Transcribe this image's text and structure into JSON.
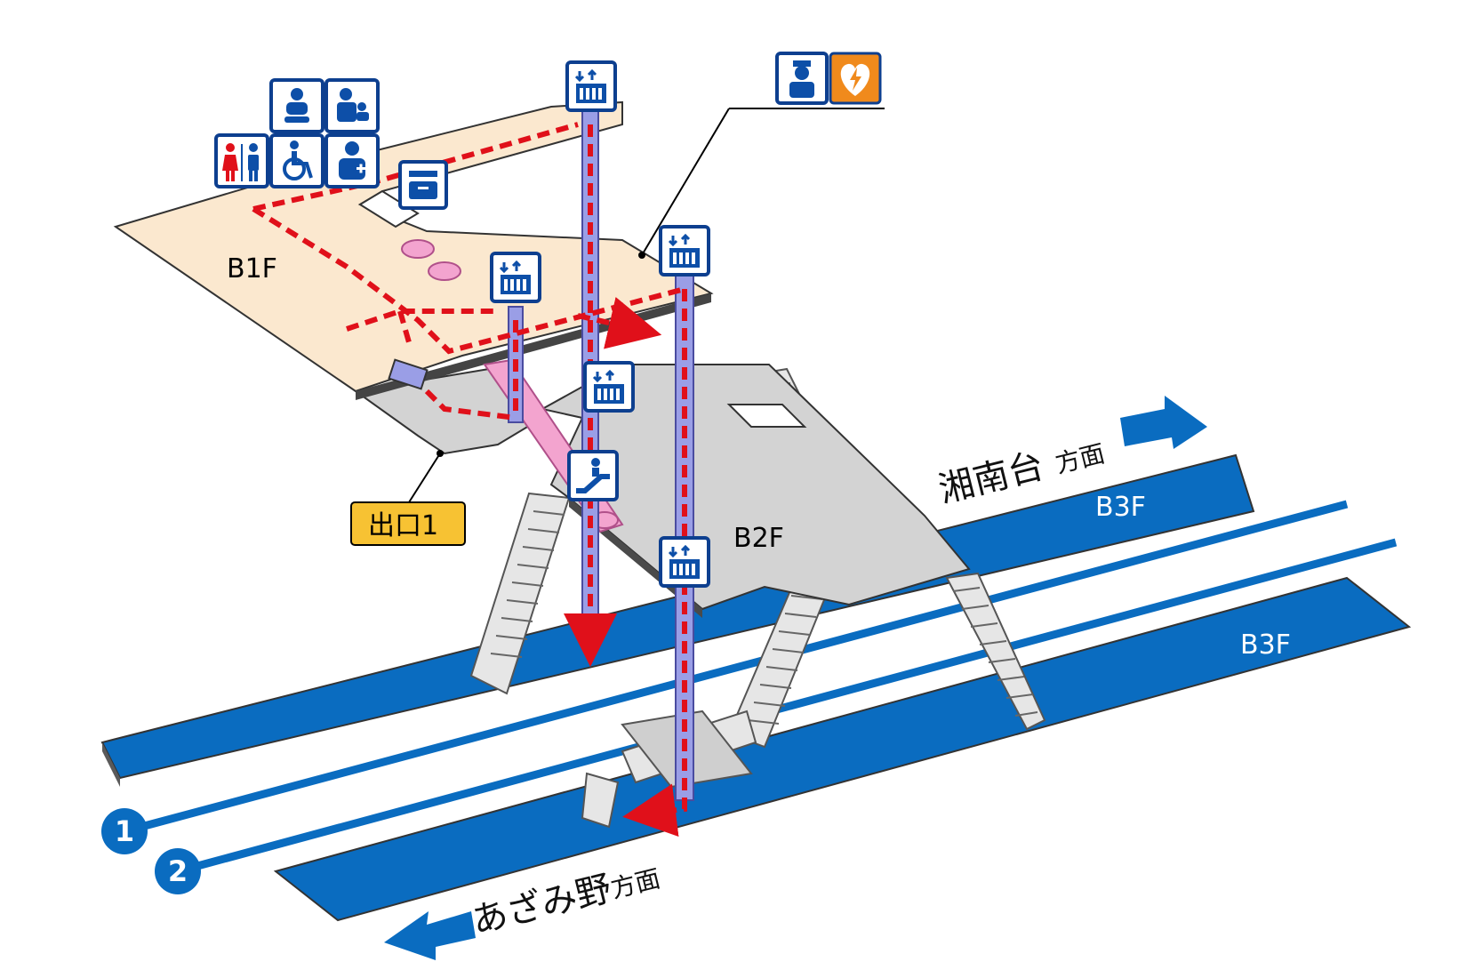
{
  "floors": {
    "b1": "B1F",
    "b2": "B2F",
    "b3_upper": "B3F",
    "b3_lower": "B3F"
  },
  "directions": {
    "up": {
      "name": "湘南台",
      "suffix": "方面"
    },
    "down": {
      "name": "あざみ野",
      "suffix": "方面"
    }
  },
  "tracks": [
    "1",
    "2"
  ],
  "exit": {
    "label": "出口1"
  },
  "icons": [
    "baby-care-icon",
    "nursing-room-icon",
    "restroom-icon",
    "accessible-icon",
    "first-aid-icon",
    "locker-icon",
    "station-staff-icon",
    "aed-icon",
    "elevator-icon",
    "escalator-icon"
  ],
  "colors": {
    "platform": "#0a6cc0",
    "b1_floor": "#fbe8cf",
    "b2_floor": "#d3d3d3",
    "route": "#e0101a",
    "elevator_shaft": "#9a9ee6",
    "aed": "#f08a1c",
    "exit_box": "#f7c233",
    "sign": "#0d4fa8"
  }
}
